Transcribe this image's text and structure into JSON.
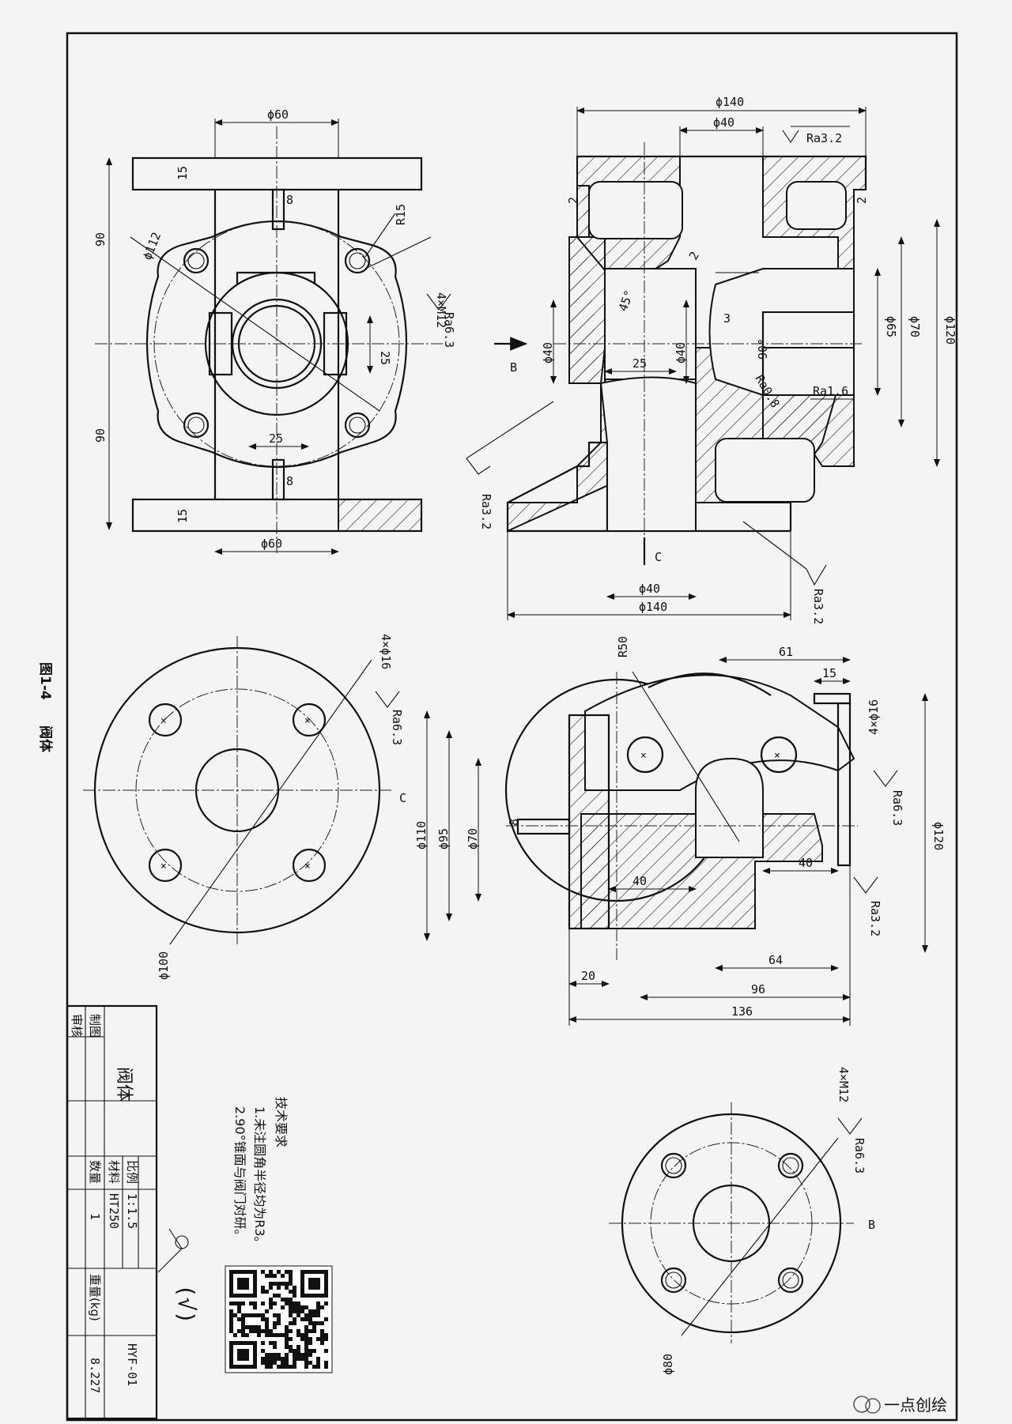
{
  "caption": {
    "figure": "图1-4",
    "title": "阀体"
  },
  "watermark": "一点创绘",
  "view_labels": {
    "B": "B",
    "C": "C"
  },
  "dimensions": {
    "top_view": {
      "phi60_top": "ϕ60",
      "phi60_bot": "ϕ60",
      "t15_top": "15",
      "t15_bot": "15",
      "w8_top": "8",
      "w8_bot": "8",
      "r15": "R15",
      "phi112": "ϕ112",
      "h90_top": "90",
      "h90_bot": "90",
      "m12": "4×M12",
      "w25_v": "25",
      "w25_h": "25"
    },
    "section_view": {
      "phi140_top": "ϕ140",
      "phi40_top": "ϕ40",
      "d2_left": "2",
      "d2_right": "2",
      "phi40_left": "ϕ40",
      "phi40_mid": "ϕ40",
      "l25": "25",
      "l3": "3",
      "ang45": "45°",
      "ang90": "90°",
      "d2_small": "2",
      "phi65": "ϕ65",
      "phi70": "ϕ70",
      "phi120": "ϕ120",
      "phi40_bot": "ϕ40",
      "phi140_bot": "ϕ140"
    },
    "flange_c": {
      "holes": "4×ϕ16",
      "phi100": "ϕ100"
    },
    "side_view": {
      "r50": "R50",
      "d61": "61",
      "d15": "15",
      "holes": "4×ϕ16",
      "phi110": "ϕ110",
      "phi95": "ϕ95",
      "phi70": "ϕ70",
      "d8": "8",
      "d40_left": "40",
      "d40_right": "40",
      "phi120": "ϕ120",
      "d20": "20",
      "d64": "64",
      "d96": "96",
      "d136": "136"
    },
    "flange_b": {
      "holes": "4×M12",
      "phi80": "ϕ80"
    }
  },
  "roughness": {
    "ra32_top": "Ra3.2",
    "ra63_top": "Ra6.3",
    "ra32_left": "Ra3.2",
    "ra32_bottom": "Ra3.2",
    "ra16": "Ra1.6",
    "ra08": "Ra0.8",
    "ra63_c": "Ra6.3",
    "ra63_side": "Ra6.3",
    "ra32_side": "Ra3.2",
    "ra63_b": "Ra6.3",
    "general": "(√)"
  },
  "tech_requirements": {
    "heading": "技术要求",
    "items": [
      "1.未注圆角半径均为R3。",
      "2.90°锥面与阀门对研。"
    ]
  },
  "title_block": {
    "part_name": "阀体",
    "drawing_no": "HYF-01",
    "drawn_by_label": "制图",
    "checked_by_label": "审核",
    "scale_label": "比例",
    "scale_value": "1:1.5",
    "material_label": "材料",
    "material_value": "HT250",
    "quantity_label": "数量",
    "quantity_value": "1",
    "weight_label": "重量(kg)",
    "weight_value": "8.227"
  },
  "qr_code": {
    "icon": "qr-code"
  }
}
